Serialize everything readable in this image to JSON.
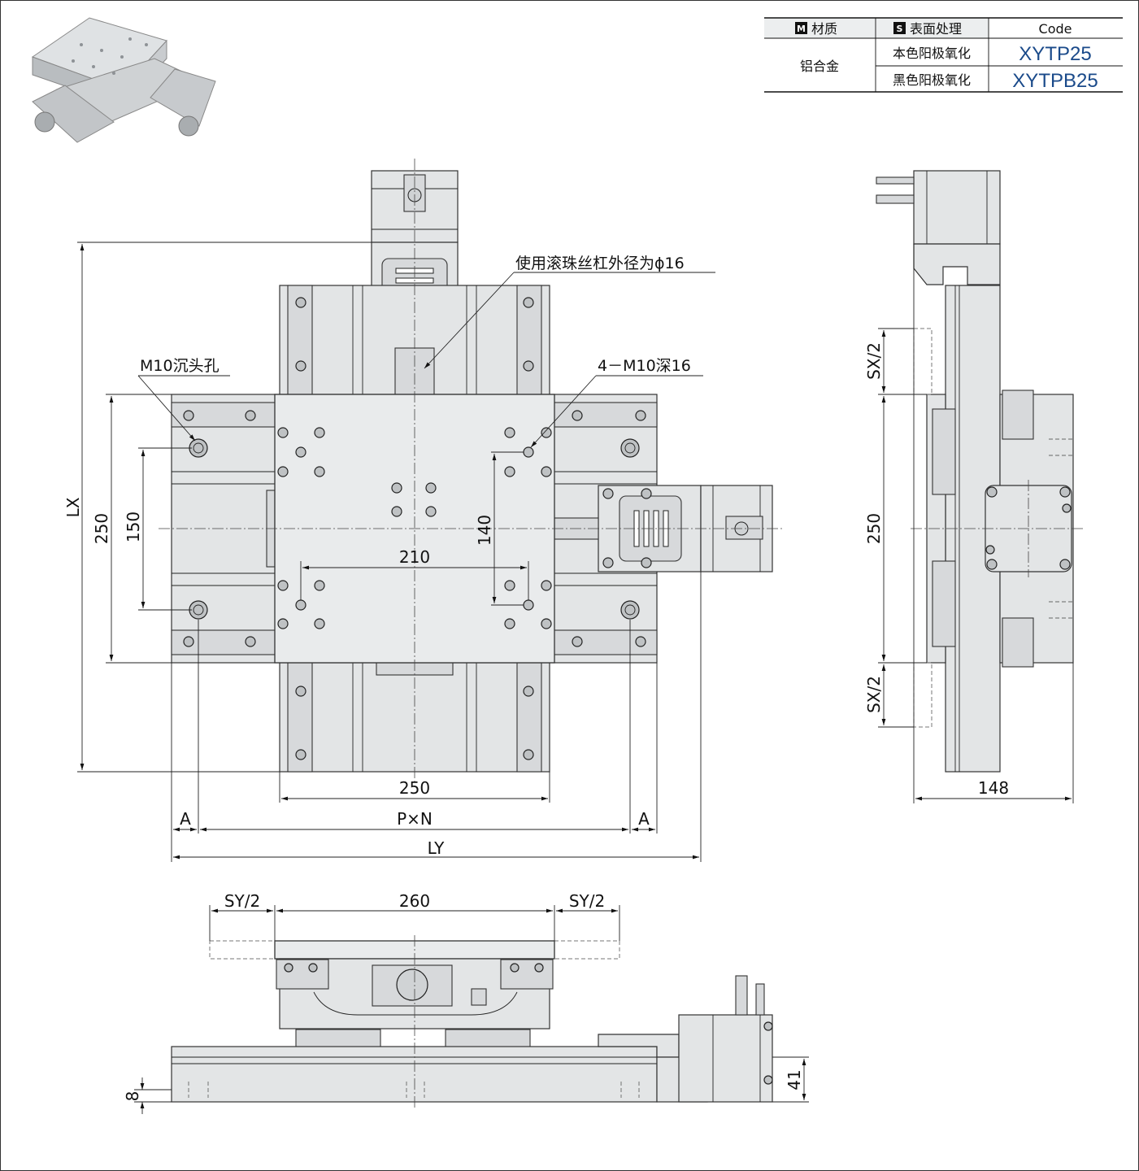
{
  "table": {
    "headers": {
      "material": "材质",
      "material_badge": "M",
      "surface": "表面处理",
      "surface_badge": "S",
      "code": "Code"
    },
    "material": "铝合金",
    "rows": [
      {
        "surface": "本色阳极氧化",
        "code": "XYTP25"
      },
      {
        "surface": "黑色阳极氧化",
        "code": "XYTPB25"
      }
    ]
  },
  "callouts": {
    "ball_screw": "使用滚珠丝杠外径为ϕ16",
    "counterbore": "M10沉头孔",
    "tapped": "4－M10深16"
  },
  "dimensions": {
    "lx": "LX",
    "ly": "LY",
    "d250_v": "250",
    "d150": "150",
    "d140": "140",
    "d210": "210",
    "d250_h": "250",
    "pxn": "P×N",
    "a_left": "A",
    "a_right": "A",
    "sx2_top": "SX/2",
    "d250_side": "250",
    "sx2_bottom": "SX/2",
    "d148": "148",
    "sy2_left": "SY/2",
    "d260": "260",
    "sy2_right": "SY/2",
    "d8": "8",
    "d41": "41"
  },
  "colors": {
    "code_text": "#1a4a8a",
    "part_fill": "#e3e5e6",
    "line": "#222222"
  }
}
